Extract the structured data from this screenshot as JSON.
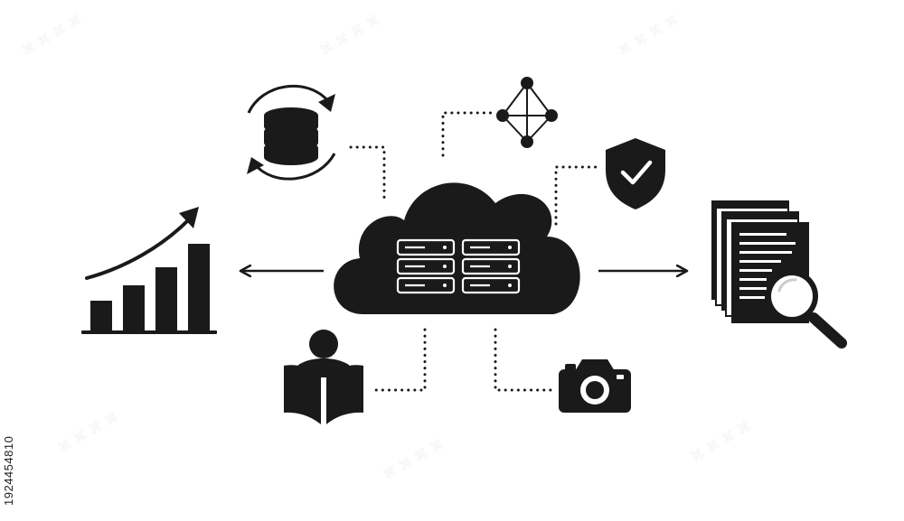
{
  "diagram": {
    "stock_id": "1924454810",
    "ink_color": "#1a1a1a",
    "background_color": "#ffffff",
    "nodes": [
      {
        "name": "cloud-server",
        "icon": "cloud-with-server-racks"
      },
      {
        "name": "growth-chart",
        "icon": "bar-chart-arrow-up-icon"
      },
      {
        "name": "database-sync",
        "icon": "database-sync-icon"
      },
      {
        "name": "network",
        "icon": "network-nodes-icon"
      },
      {
        "name": "security",
        "icon": "shield-check-icon"
      },
      {
        "name": "documents-search",
        "icon": "documents-magnifier-icon"
      },
      {
        "name": "reader",
        "icon": "person-reading-book-icon"
      },
      {
        "name": "camera",
        "icon": "camera-icon"
      }
    ]
  }
}
